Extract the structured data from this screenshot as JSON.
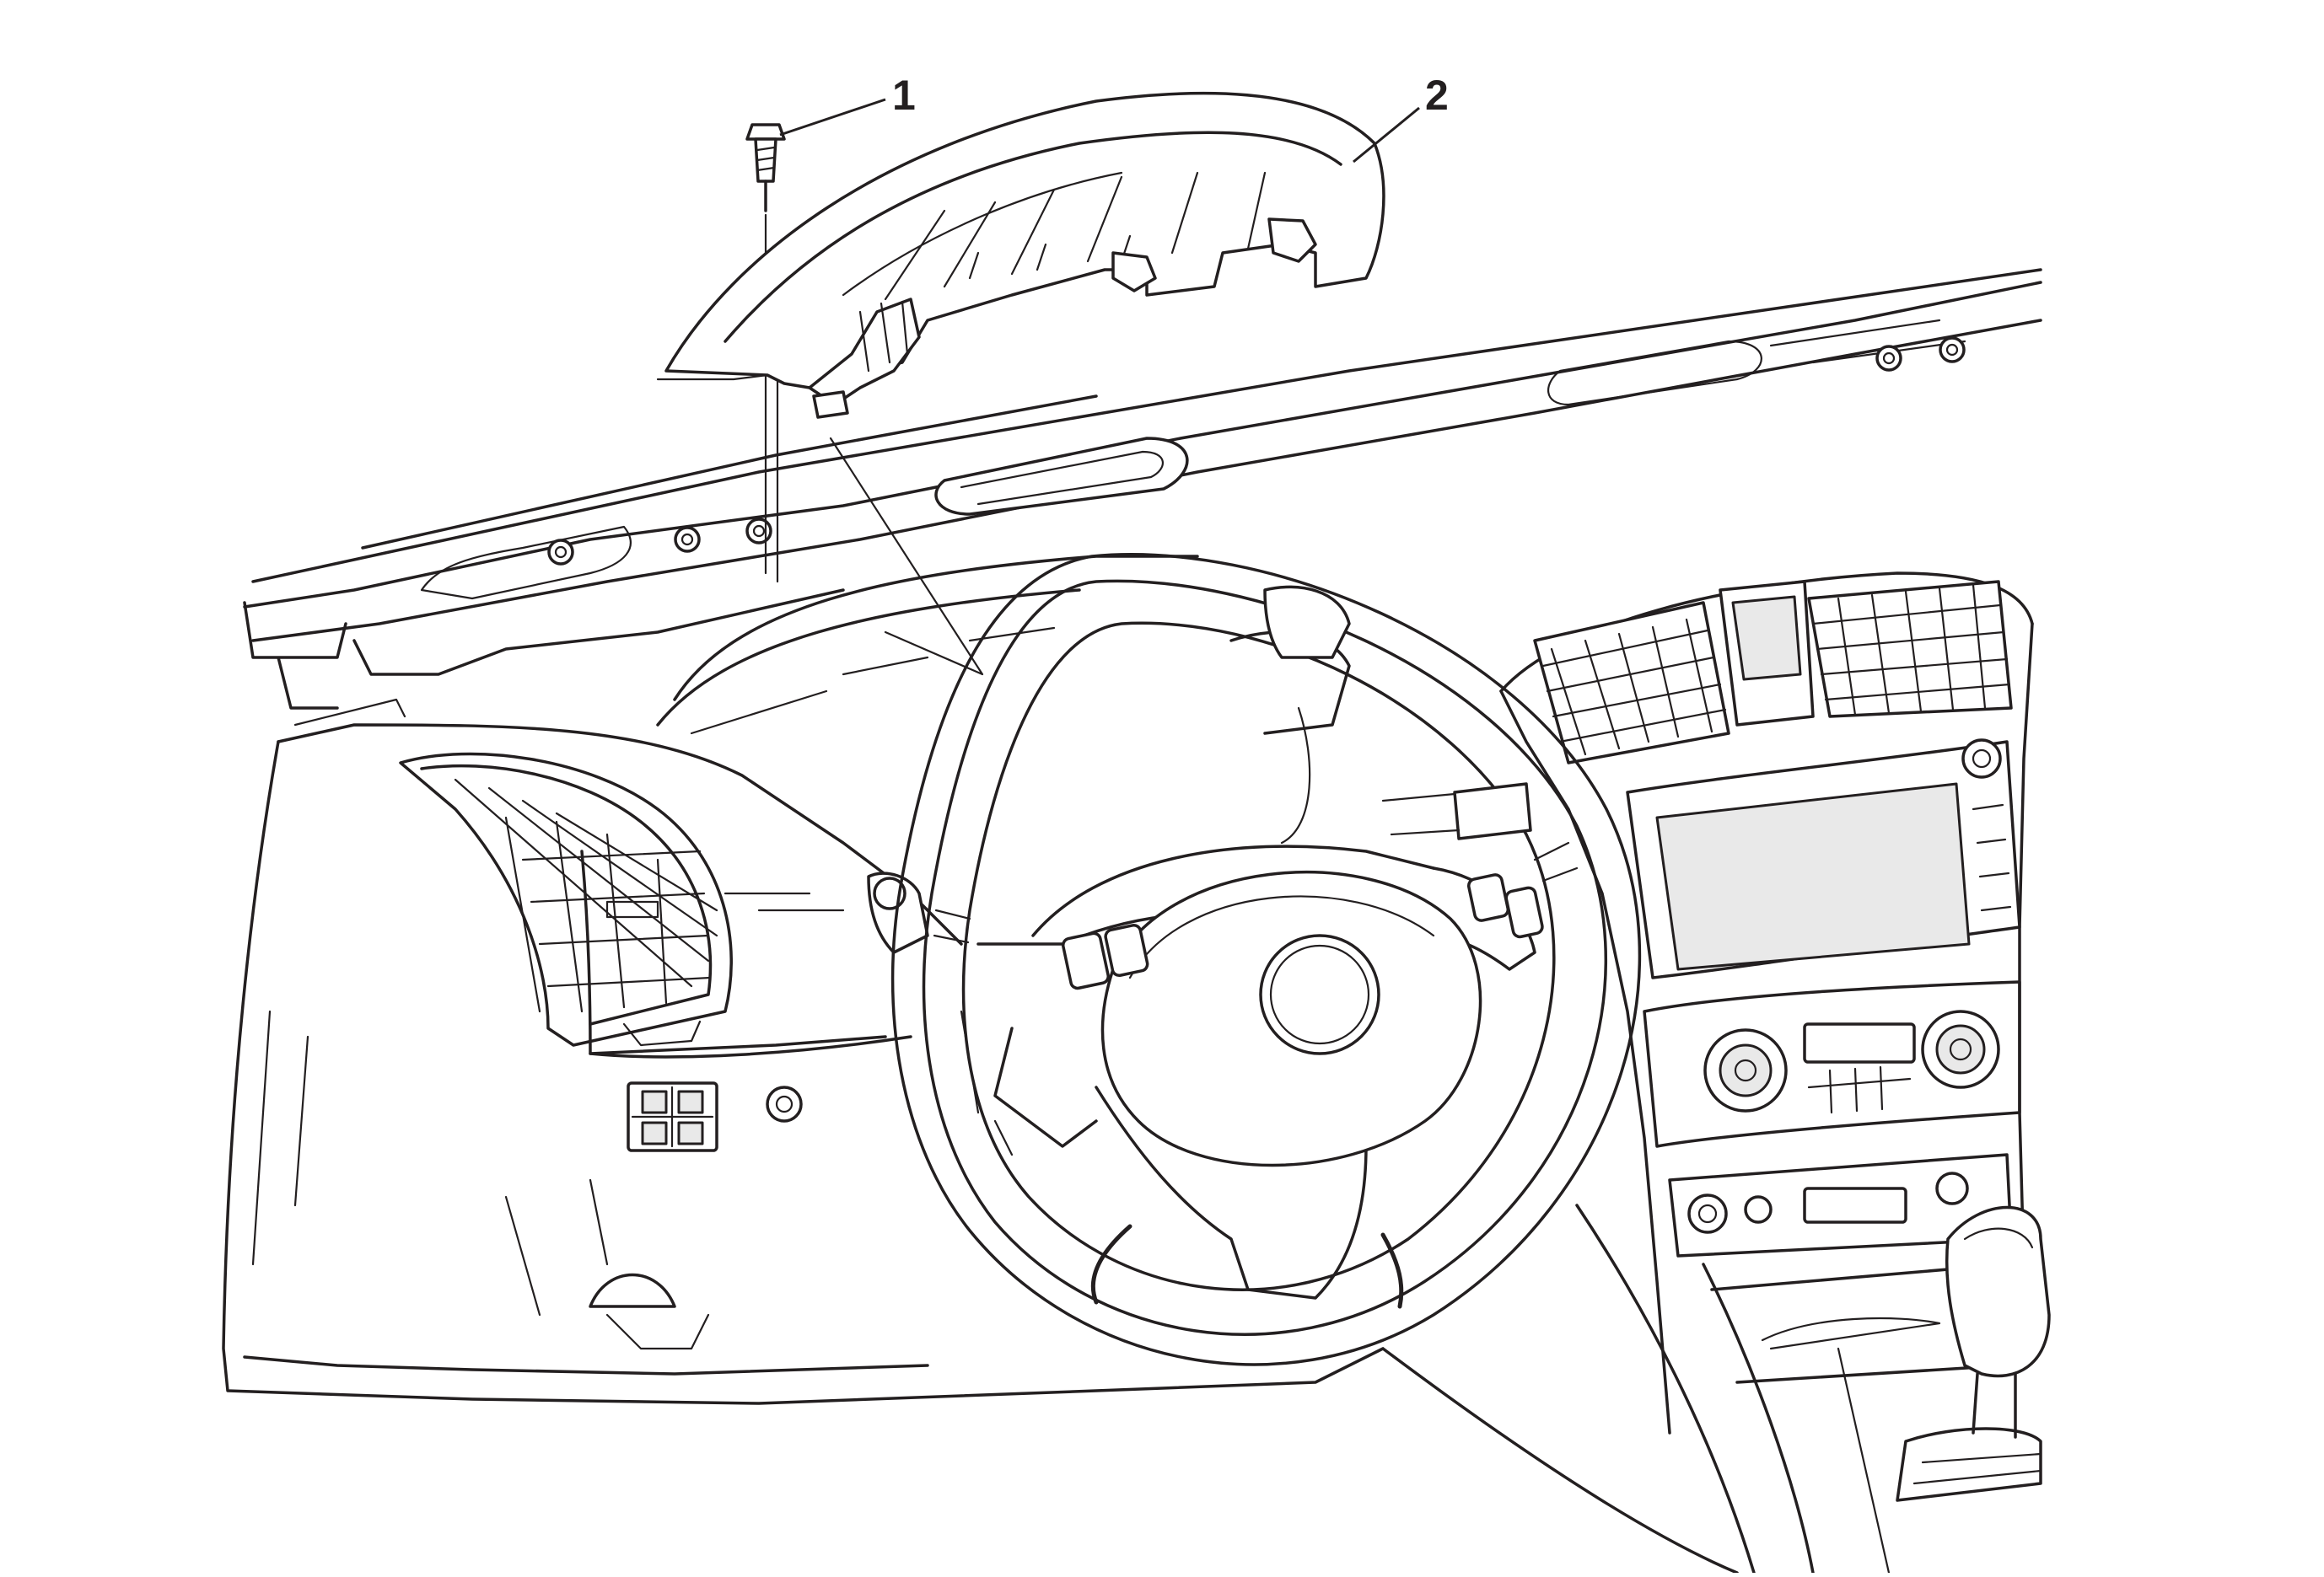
{
  "diagram": {
    "callouts": [
      {
        "id": "1",
        "label": "1",
        "target": "fastener"
      },
      {
        "id": "2",
        "label": "2",
        "target": "instrument-cluster-trim-bezel"
      }
    ],
    "colors": {
      "line": "#231f20",
      "background": "#ffffff",
      "shade": "#e9e9e9"
    },
    "icons": [
      "fastener-icon",
      "trim-bezel-icon",
      "steering-wheel-icon",
      "instrument-panel-icon",
      "air-vent-icon",
      "radio-display-icon",
      "gear-shifter-icon"
    ]
  }
}
